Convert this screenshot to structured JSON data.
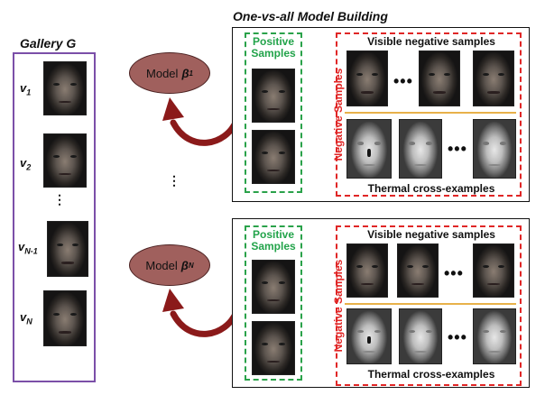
{
  "header": {
    "gallery_title": "Gallery G",
    "ova_title": "One-vs-all  Model Building"
  },
  "gallery": {
    "labels": [
      {
        "main": "v",
        "sub": "1"
      },
      {
        "main": "v",
        "sub": "2"
      },
      {
        "main": "v",
        "sub": "N-1"
      },
      {
        "main": "v",
        "sub": "N"
      }
    ],
    "ellipsis": "⋮"
  },
  "models": [
    {
      "prefix": "Model",
      "symbol": "β",
      "sub": "1"
    },
    {
      "prefix": "Model",
      "symbol": "β",
      "sub": "N"
    }
  ],
  "middle_ellipsis": "⋮",
  "panels": [
    {
      "positive_label_line1": "Positive",
      "positive_label_line2": "Samples",
      "visible_negative_label": "Visible  negative samples",
      "negative_vertical_label": "Negative Samples",
      "thermal_label": "Thermal cross-examples",
      "ellipsis": "•••"
    },
    {
      "positive_label_line1": "Positive",
      "positive_label_line2": "Samples",
      "visible_negative_label": "Visible  negative samples",
      "negative_vertical_label": "Negative Samples",
      "thermal_label": "Thermal cross-examples",
      "ellipsis": "•••"
    }
  ],
  "colors": {
    "gallery_border": "#7b4fa8",
    "model_fill": "#a0605d",
    "arrow": "#8b1a1a",
    "positive": "#2aa24a",
    "negative": "#e02626",
    "divider": "#e8b14a"
  },
  "icons": {
    "arrow": "curved-arrow-icon"
  }
}
